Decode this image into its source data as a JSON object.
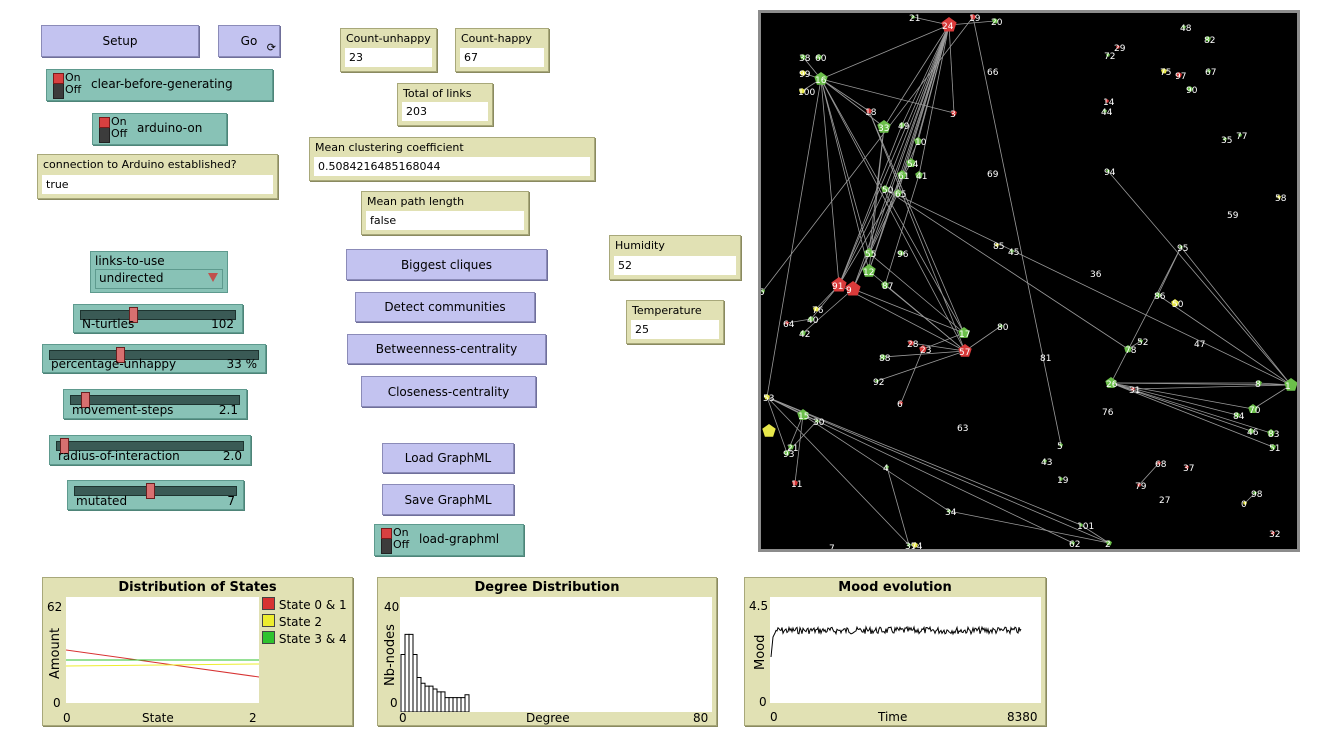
{
  "buttons": {
    "setup": "Setup",
    "go": "Go",
    "biggest_cliques": "Biggest cliques",
    "detect_communities": "Detect communities",
    "betweenness": "Betweenness-centrality",
    "closeness": "Closeness-centrality",
    "load_graphml": "Load GraphML",
    "save_graphml": "Save GraphML"
  },
  "switches": {
    "on": "On",
    "off": "Off",
    "clear": "clear-before-generating",
    "arduino": "arduino-on",
    "load_graphml": "load-graphml"
  },
  "monitors": {
    "arduino_conn": {
      "title": "connection to Arduino established?",
      "value": "true"
    },
    "count_unhappy": {
      "title": "Count-unhappy",
      "value": "23"
    },
    "count_happy": {
      "title": "Count-happy",
      "value": "67"
    },
    "total_links": {
      "title": "Total of links",
      "value": "203"
    },
    "clustering": {
      "title": "Mean clustering coefficient",
      "value": "0.5084216485168044"
    },
    "path_length": {
      "title": "Mean path length",
      "value": "false"
    },
    "humidity": {
      "title": "Humidity",
      "value": "52"
    },
    "temperature": {
      "title": "Temperature",
      "value": "25"
    }
  },
  "chooser": {
    "title": "links-to-use",
    "value": "undirected"
  },
  "sliders": {
    "n_turtles": {
      "name": "N-turtles",
      "value": "102",
      "fraction": 0.33
    },
    "pct_unhappy": {
      "name": "percentage-unhappy",
      "value": "33 %",
      "fraction": 0.33
    },
    "movement": {
      "name": "movement-steps",
      "value": "2.1",
      "fraction": 0.07
    },
    "radius": {
      "name": "radius-of-interaction",
      "value": "2.0",
      "fraction": 0.02
    },
    "mutated": {
      "name": "mutated",
      "value": "7",
      "fraction": 0.46
    }
  },
  "plots": {
    "states": {
      "title": "Distribution of States",
      "ylabel": "Amount",
      "xlabel": "State",
      "ymax": "62",
      "ymin": "0",
      "xmin": "0",
      "xmax": "2",
      "legend": [
        {
          "name": "State 0 & 1",
          "color": "#d73232"
        },
        {
          "name": "State 2",
          "color": "#eded2e"
        },
        {
          "name": "State 3 & 4",
          "color": "#2ec32e"
        }
      ]
    },
    "degree": {
      "title": "Degree Distribution",
      "ylabel": "Nb-nodes",
      "xlabel": "Degree",
      "ymax": "40",
      "ymin": "0",
      "xmin": "0",
      "xmax": "80"
    },
    "mood": {
      "title": "Mood evolution",
      "ylabel": "Mood",
      "xlabel": "Time",
      "ymax": "4.5",
      "ymin": "0",
      "xmin": "0",
      "xmax": "8380"
    }
  },
  "world": {
    "labels": [
      "21",
      "24",
      "19",
      "20",
      "48",
      "82",
      "38",
      "60",
      "29",
      "72",
      "75",
      "97",
      "67",
      "99",
      "16",
      "66",
      "90",
      "100",
      "14",
      "44",
      "18",
      "3",
      "33",
      "49",
      "10",
      "35",
      "77",
      "54",
      "61",
      "41",
      "69",
      "94",
      "58",
      "50",
      "65",
      "59",
      "85",
      "45",
      "95",
      "55",
      "96",
      "36",
      "12",
      "91",
      "9",
      "87",
      "5",
      "86",
      "50",
      "76",
      "40",
      "64",
      "42",
      "17",
      "80",
      "52",
      "47",
      "28",
      "23",
      "57",
      "88",
      "81",
      "78",
      "92",
      "26",
      "31",
      "8",
      "1",
      "53",
      "6",
      "70",
      "84",
      "46",
      "83",
      "15",
      "30",
      "76",
      "63",
      "51",
      "21",
      "93",
      "89",
      "5",
      "43",
      "19",
      "4",
      "68",
      "37",
      "11",
      "79",
      "27",
      "98",
      "0",
      "34",
      "101",
      "62",
      "2",
      "32",
      "7",
      "39",
      "74"
    ]
  }
}
